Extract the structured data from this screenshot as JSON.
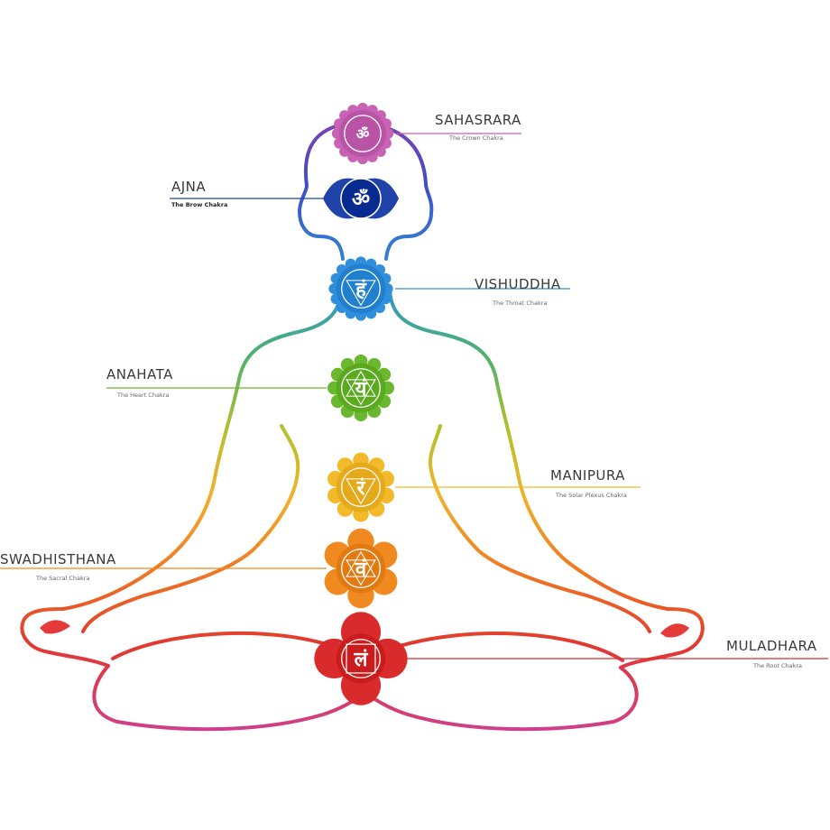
{
  "chakras": [
    {
      "id": "sahasrara",
      "name": "SAHASRARA",
      "subtitle": "The Crown Chakra",
      "color": "#c862b4",
      "glyph": "ॐ",
      "petals": 16,
      "side": "right"
    },
    {
      "id": "ajna",
      "name": "AJNA",
      "subtitle": "The Brow Chakra",
      "color": "#1f43a8",
      "glyph": "ॐ",
      "petals": 2,
      "side": "left"
    },
    {
      "id": "vishuddha",
      "name": "VISHUDDHA",
      "subtitle": "The Throat Chakra",
      "color": "#2f8fdc",
      "glyph": "हं",
      "petals": 16,
      "side": "right"
    },
    {
      "id": "anahata",
      "name": "ANAHATA",
      "subtitle": "The Heart Chakra",
      "color": "#6ab82e",
      "glyph": "यं",
      "petals": 12,
      "side": "left"
    },
    {
      "id": "manipura",
      "name": "MANIPURA",
      "subtitle": "The Solar Plexus Chakra",
      "color": "#f3b92a",
      "glyph": "रं",
      "petals": 10,
      "side": "right"
    },
    {
      "id": "swadhisthana",
      "name": "SWADHISTHANA",
      "subtitle": "The Sacral Chakra",
      "color": "#f0891f",
      "glyph": "वं",
      "petals": 6,
      "side": "left"
    },
    {
      "id": "muladhara",
      "name": "MULADHARA",
      "subtitle": "The Root Chakra",
      "color": "#d92b2b",
      "glyph": "लं",
      "petals": 4,
      "side": "right"
    }
  ]
}
